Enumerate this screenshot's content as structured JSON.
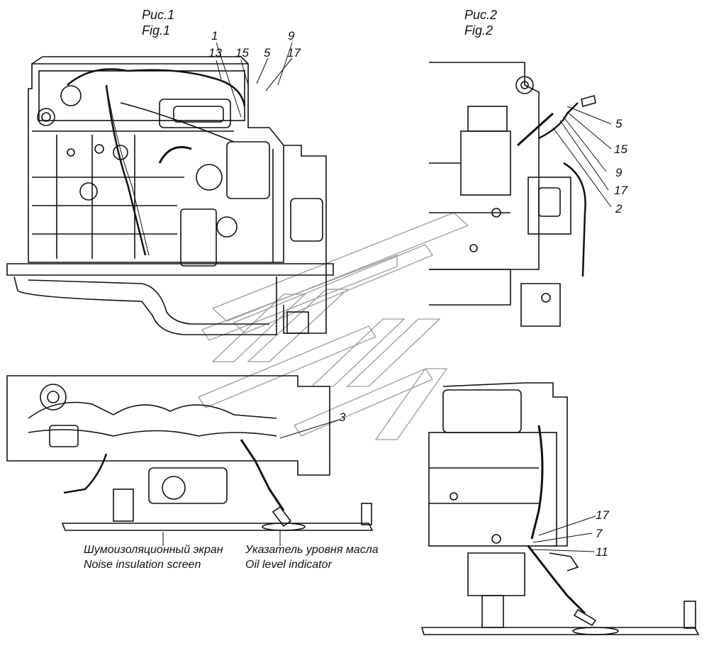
{
  "figures": {
    "fig1": {
      "title_ru": "Рис.1",
      "title_en": "Fig.1"
    },
    "fig2": {
      "title_ru": "Рис.2",
      "title_en": "Fig.2"
    }
  },
  "callouts": {
    "fig1": [
      "1",
      "13",
      "15",
      "5",
      "9",
      "17"
    ],
    "fig2_upper": [
      "5",
      "15",
      "9",
      "17",
      "2"
    ],
    "bottom_left": [
      "3"
    ],
    "fig2_lower": [
      "17",
      "7",
      "11"
    ]
  },
  "captions": {
    "noise_screen_ru": "Шумоизоляционный экран",
    "noise_screen_en": "Noise insulation screen",
    "oil_indicator_ru": "Указатель уровня масла",
    "oil_indicator_en": "Oil level  indicator"
  },
  "colors": {
    "ink": "#111111",
    "watermark": "#9a9a9a",
    "background": "#ffffff"
  }
}
